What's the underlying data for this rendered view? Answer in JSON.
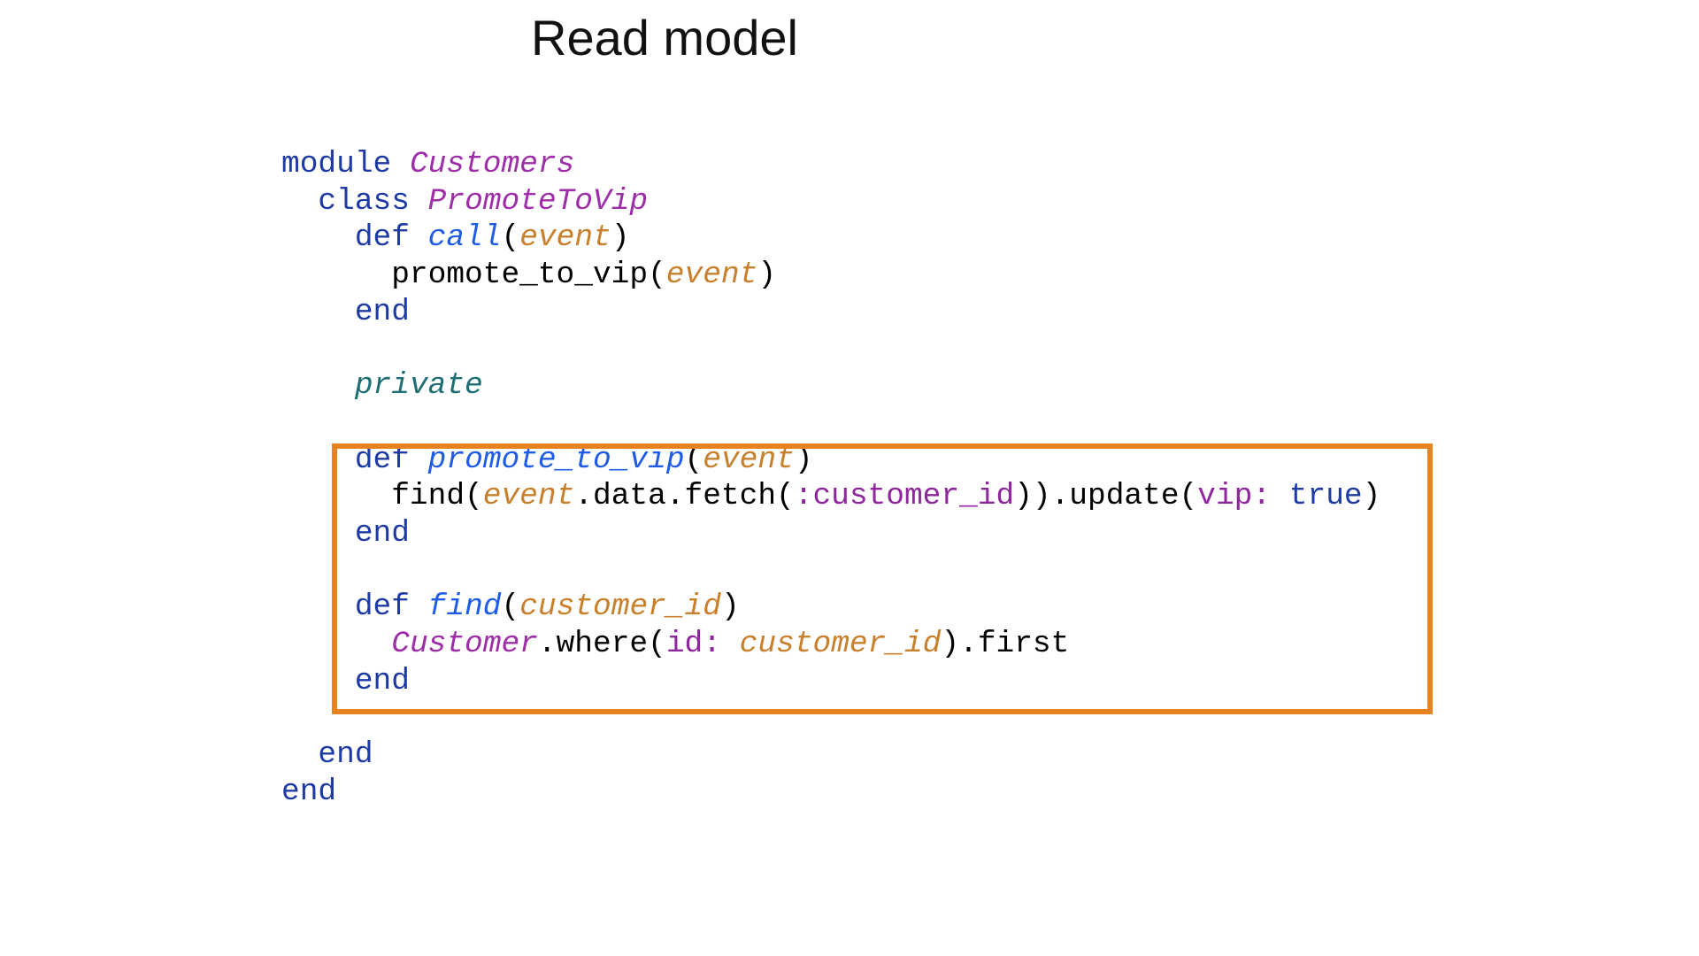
{
  "slide": {
    "title": "Read model",
    "background_color": "#ffffff",
    "title_color": "#111111"
  },
  "highlight": {
    "border_color": "#e8821e"
  },
  "code": {
    "language": "ruby",
    "token_styles": {
      "keyword": {
        "color": "#1d3aa5",
        "italic": false
      },
      "method": {
        "color": "#1e5ce8",
        "italic": true
      },
      "constant": {
        "color": "#9e2ea8",
        "italic": true
      },
      "symbol": {
        "color": "#8e279c",
        "italic": false
      },
      "param": {
        "color": "#c8802d",
        "italic": true
      },
      "private": {
        "color": "#1e6e74",
        "italic": true
      },
      "plain": {
        "color": "#000000",
        "italic": false
      }
    },
    "lines": [
      [
        {
          "s": "keyword",
          "t": "module"
        },
        {
          "s": "plain",
          "t": " "
        },
        {
          "s": "constant",
          "t": "Customers"
        }
      ],
      [
        {
          "s": "plain",
          "t": "  "
        },
        {
          "s": "keyword",
          "t": "class"
        },
        {
          "s": "plain",
          "t": " "
        },
        {
          "s": "constant",
          "t": "PromoteToVip"
        }
      ],
      [
        {
          "s": "plain",
          "t": "    "
        },
        {
          "s": "keyword",
          "t": "def"
        },
        {
          "s": "plain",
          "t": " "
        },
        {
          "s": "method",
          "t": "call"
        },
        {
          "s": "plain",
          "t": "("
        },
        {
          "s": "param",
          "t": "event"
        },
        {
          "s": "plain",
          "t": ")"
        }
      ],
      [
        {
          "s": "plain",
          "t": "      promote_to_vip("
        },
        {
          "s": "param",
          "t": "event"
        },
        {
          "s": "plain",
          "t": ")"
        }
      ],
      [
        {
          "s": "plain",
          "t": "    "
        },
        {
          "s": "keyword",
          "t": "end"
        }
      ],
      [],
      [
        {
          "s": "plain",
          "t": "    "
        },
        {
          "s": "private",
          "t": "private"
        }
      ],
      [],
      [
        {
          "s": "plain",
          "t": "    "
        },
        {
          "s": "keyword",
          "t": "def"
        },
        {
          "s": "plain",
          "t": " "
        },
        {
          "s": "method",
          "t": "promote_to_vip"
        },
        {
          "s": "plain",
          "t": "("
        },
        {
          "s": "param",
          "t": "event"
        },
        {
          "s": "plain",
          "t": ")"
        }
      ],
      [
        {
          "s": "plain",
          "t": "      find("
        },
        {
          "s": "param",
          "t": "event"
        },
        {
          "s": "plain",
          "t": ".data.fetch("
        },
        {
          "s": "symbol",
          "t": ":customer_id"
        },
        {
          "s": "plain",
          "t": ")).update("
        },
        {
          "s": "symbol",
          "t": "vip:"
        },
        {
          "s": "plain",
          "t": " "
        },
        {
          "s": "keyword",
          "t": "true"
        },
        {
          "s": "plain",
          "t": ")"
        }
      ],
      [
        {
          "s": "plain",
          "t": "    "
        },
        {
          "s": "keyword",
          "t": "end"
        }
      ],
      [],
      [
        {
          "s": "plain",
          "t": "    "
        },
        {
          "s": "keyword",
          "t": "def"
        },
        {
          "s": "plain",
          "t": " "
        },
        {
          "s": "method",
          "t": "find"
        },
        {
          "s": "plain",
          "t": "("
        },
        {
          "s": "param",
          "t": "customer_id"
        },
        {
          "s": "plain",
          "t": ")"
        }
      ],
      [
        {
          "s": "plain",
          "t": "      "
        },
        {
          "s": "constant",
          "t": "Customer"
        },
        {
          "s": "plain",
          "t": ".where("
        },
        {
          "s": "symbol",
          "t": "id:"
        },
        {
          "s": "plain",
          "t": " "
        },
        {
          "s": "param",
          "t": "customer_id"
        },
        {
          "s": "plain",
          "t": ").first"
        }
      ],
      [
        {
          "s": "plain",
          "t": "    "
        },
        {
          "s": "keyword",
          "t": "end"
        }
      ],
      [],
      [
        {
          "s": "plain",
          "t": "  "
        },
        {
          "s": "keyword",
          "t": "end"
        }
      ],
      [
        {
          "s": "keyword",
          "t": "end"
        }
      ]
    ]
  }
}
